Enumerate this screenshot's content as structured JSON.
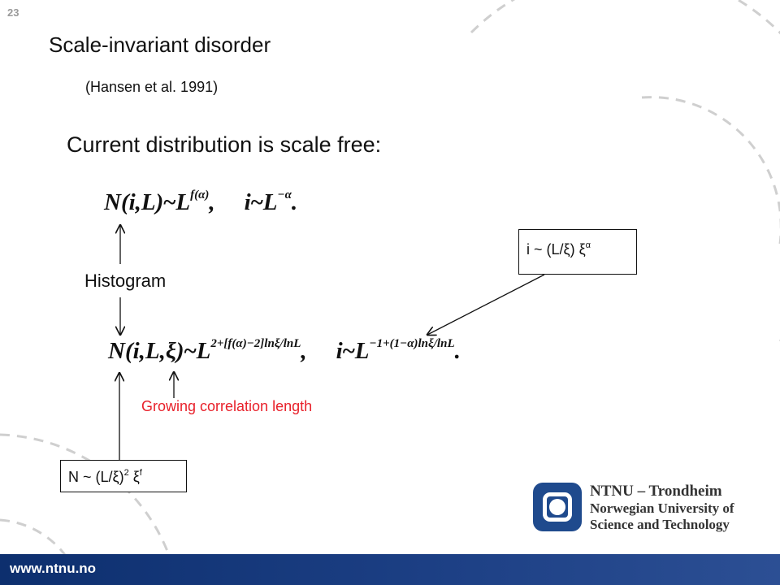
{
  "slide_number": "23",
  "title": "Scale-invariant disorder",
  "subtitle": "(Hansen et al. 1991)",
  "heading": "Current distribution is scale free:",
  "equation1": {
    "left": "N(i,L)",
    "tilde": "~",
    "base": "L",
    "exponent": "f(α)",
    "separator": ",",
    "right_lhs": "i",
    "right_base": "L",
    "right_exponent": "−α",
    "end": "."
  },
  "histogram_label": "Histogram",
  "equation2": {
    "left": "N(i,L,ξ)",
    "tilde": "~",
    "base": "L",
    "exponent": "2+[f(α)−2]lnξ/lnL",
    "separator": ",",
    "right_lhs": "i",
    "right_base": "L",
    "right_exponent": "−1+(1−α)lnξ/lnL",
    "end": "."
  },
  "box_i": {
    "prefix": "i ~ (L/ξ)  ξ",
    "superscript": "α"
  },
  "growing_label": "Growing correlation length",
  "box_n": {
    "prefix": "N ~ (L/ξ)",
    "superscript1": "2",
    "middle": " ξ",
    "superscript2": "f"
  },
  "logo": {
    "line1": "NTNU – Trondheim",
    "line2": "Norwegian University of",
    "line3": "Science and Technology"
  },
  "footer_url": "www.ntnu.no",
  "colors": {
    "footer": "#1c3f84",
    "logo_blue": "#1f4a8d",
    "accent_red": "#e8202a",
    "decor_dashes": "#cfcfcf"
  }
}
